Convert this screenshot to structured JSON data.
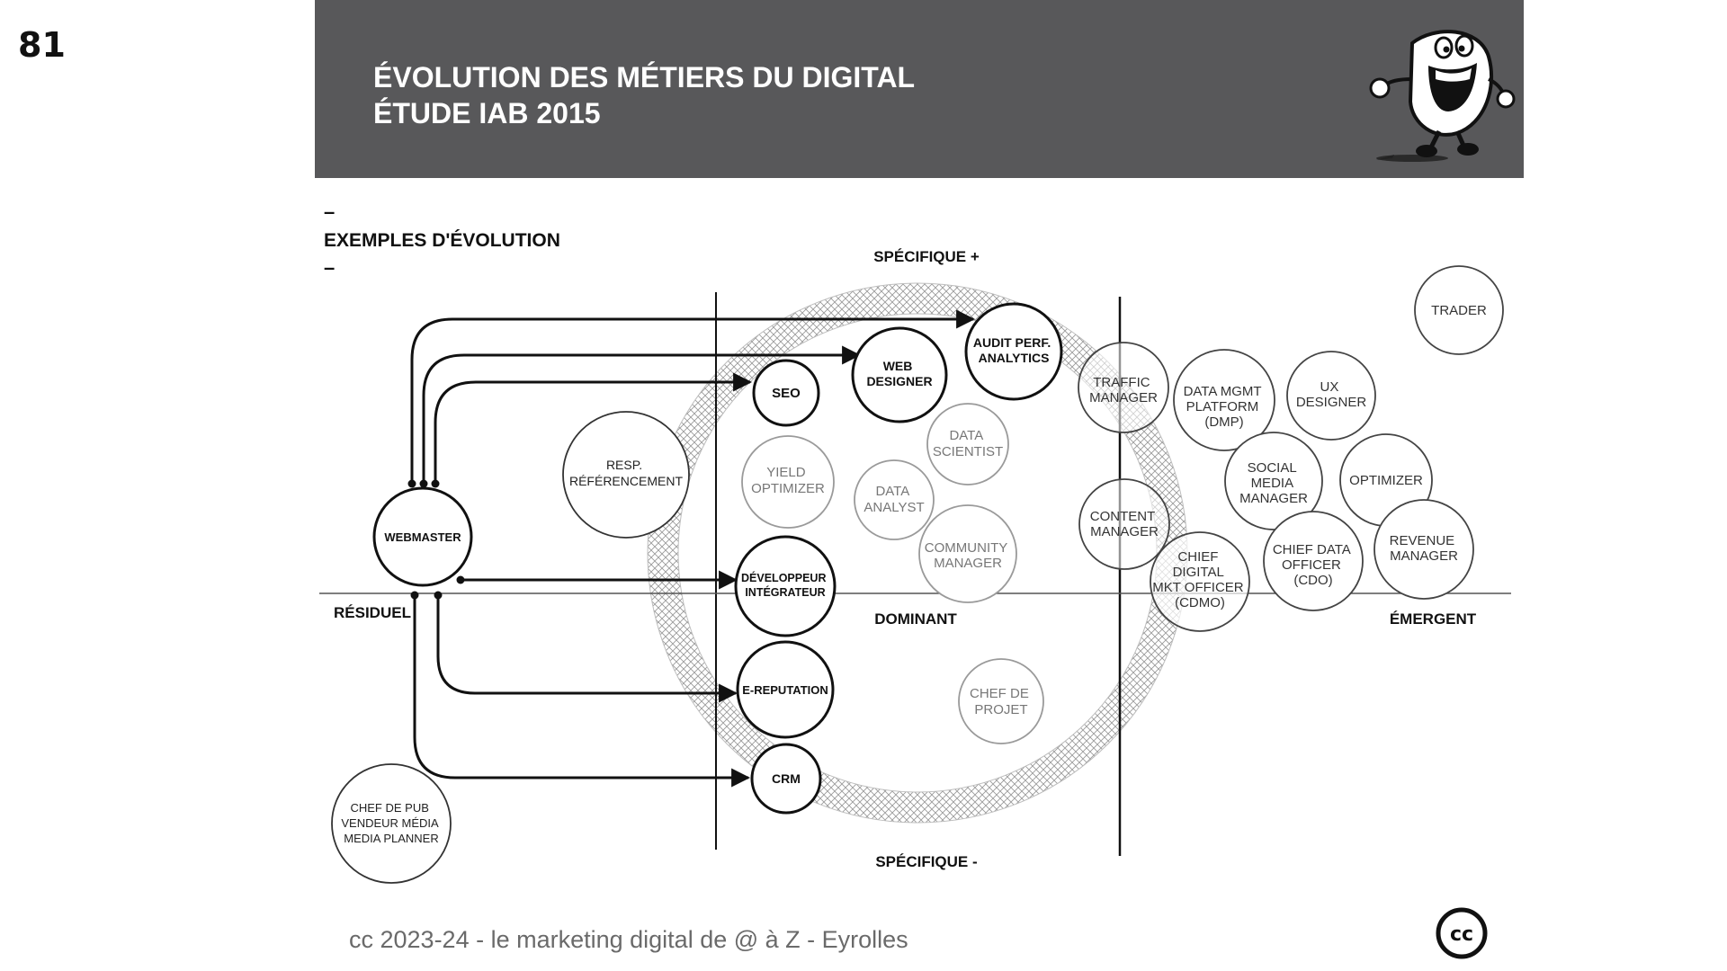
{
  "page": {
    "number": "81"
  },
  "header": {
    "title_line1": "ÉVOLUTION DES MÉTIERS DU DIGITAL",
    "title_line2": "ÉTUDE IAB 2015"
  },
  "diagram": {
    "section_dash_top": "–",
    "section_title": "EXEMPLES D'ÉVOLUTION",
    "section_dash_bottom": "–",
    "axis": {
      "top": "SPÉCIFIQUE +",
      "bottom": "SPÉCIFIQUE -",
      "left": "RÉSIDUEL",
      "center": "DOMINANT",
      "right": "ÉMERGENT"
    },
    "roles": {
      "webmaster": [
        "WEBMASTER"
      ],
      "resp_referencement": [
        "RESP.",
        "RÉFÉRENCEMENT"
      ],
      "chef_de_pub": [
        "CHEF DE PUB",
        "VENDEUR MÉDIA",
        "MEDIA PLANNER"
      ],
      "seo": [
        "SEO"
      ],
      "web_designer": [
        "WEB",
        "DESIGNER"
      ],
      "audit_perf": [
        "AUDIT PERF.",
        "ANALYTICS"
      ],
      "yield_optimizer": [
        "YIELD",
        "OPTIMIZER"
      ],
      "data_scientist": [
        "DATA",
        "SCIENTIST"
      ],
      "data_analyst": [
        "DATA",
        "ANALYST"
      ],
      "community_manager": [
        "COMMUNITY",
        "MANAGER"
      ],
      "developpeur": [
        "DÉVELOPPEUR",
        "INTÉGRATEUR"
      ],
      "e_reputation": [
        "E-REPUTATION"
      ],
      "crm": [
        "CRM"
      ],
      "chef_de_projet": [
        "CHEF DE",
        "PROJET"
      ],
      "traffic_manager": [
        "TRAFFIC",
        "MANAGER"
      ],
      "content_manager": [
        "CONTENT",
        "MANAGER"
      ],
      "dmp": [
        "DATA MGMT",
        "PLATFORM",
        "(DMP)"
      ],
      "ux_designer": [
        "UX",
        "DESIGNER"
      ],
      "trader": [
        "TRADER"
      ],
      "social_media_manager": [
        "SOCIAL",
        "MEDIA",
        "MANAGER"
      ],
      "optimizer": [
        "OPTIMIZER"
      ],
      "cdmo": [
        "CHIEF",
        "DIGITAL",
        "MKT OFFICER",
        "(CDMO)"
      ],
      "cdo": [
        "CHIEF DATA",
        "OFFICER",
        "(CDO)"
      ],
      "revenue_manager": [
        "REVENUE",
        "MANAGER"
      ]
    }
  },
  "footer": {
    "text": "cc 2023-24  - le marketing digital de @ à Z - Eyrolles",
    "badge": "cc"
  },
  "colors": {
    "header_bg": "#58585a",
    "ink": "#111111",
    "grey_ink": "#777777",
    "hatch": "#9a9a9a"
  }
}
